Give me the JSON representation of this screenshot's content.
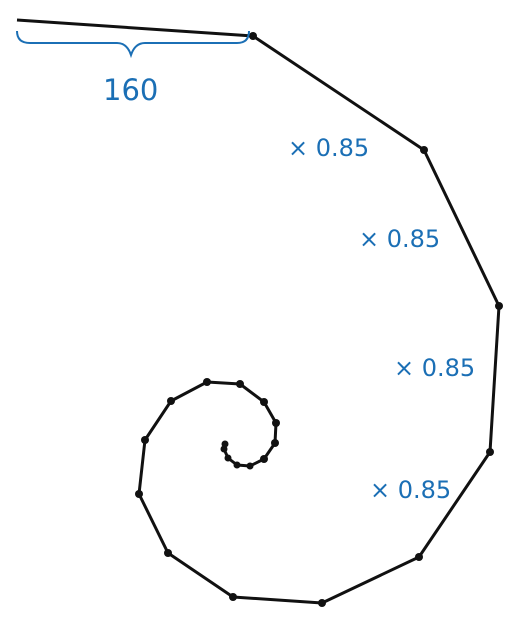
{
  "figure": {
    "colors": {
      "spiral": "#111111",
      "annotation": "#1b6fb5"
    },
    "first_segment_length": "160",
    "segment_multiplier": "× 0.85",
    "multiplier_labels": [
      "× 0.85",
      "× 0.85",
      "× 0.85",
      "× 0.85"
    ]
  }
}
